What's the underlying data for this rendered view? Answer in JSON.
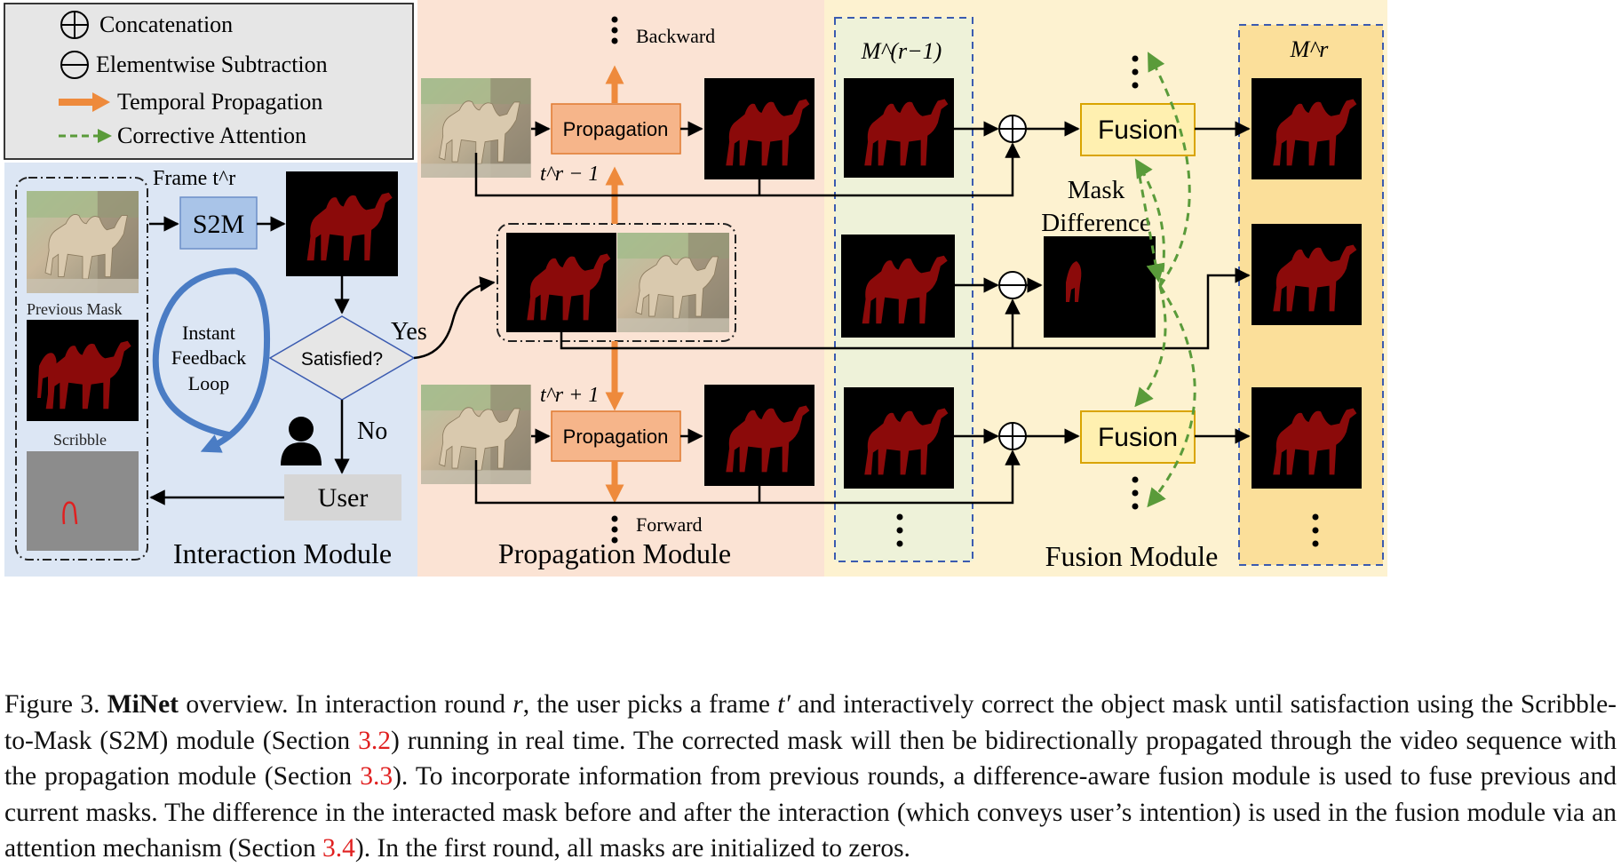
{
  "legend": {
    "concat": "Concatenation",
    "subtract": "Elementwise Subtraction",
    "temporal": "Temporal Propagation",
    "corrective": "Corrective Attention"
  },
  "interaction": {
    "title": "Interaction Module",
    "frame_label": "Frame t^r",
    "s2m": "S2M",
    "prev_mask_label": "Previous Mask",
    "scribble_label": "Scribble",
    "loop_label": [
      "Instant",
      "Feedback",
      "Loop"
    ],
    "satisfied": "Satisfied?",
    "yes": "Yes",
    "no": "No",
    "user": "User"
  },
  "propagation": {
    "title": "Propagation Module",
    "backward": "Backward",
    "forward": "Forward",
    "block_top": "Propagation",
    "block_bottom": "Propagation",
    "t_minus": "t^r − 1",
    "t_plus": "t^r + 1"
  },
  "fusion": {
    "title": "Fusion Module",
    "m_prev": "M^(r−1)",
    "m_cur": "M^r",
    "fusion_top": "Fusion",
    "fusion_bottom": "Fusion",
    "mask_diff": [
      "Mask",
      "Difference"
    ]
  },
  "colors": {
    "interaction_bg": "#dce6f4",
    "propagation_bg": "#fbe3d4",
    "fusion_bg": "#fdf2d0",
    "prev_mask_col_bg": "#eef2d9",
    "cur_mask_col_bg": "#fbdf9a",
    "propagation_box": "#f6b58a",
    "fusion_box": "#fff0b0",
    "s2m_box": "#a9c4e8",
    "mask_red": "#8b0a0a",
    "orange_arrow": "#ee8a3c",
    "green_arrow": "#5a9b3a",
    "loop_blue": "#4a7cc4"
  },
  "caption": {
    "label": "Figure 3.",
    "name": "MiNet",
    "p1": " overview. In interaction round ",
    "var_r": "r",
    "p2": ", the user picks a frame ",
    "var_t": "t′",
    "p3": " and interactively correct the object mask until satisfaction using the Scribble-to-Mask (S2M) module (Section ",
    "ref1": "3.2",
    "p4": ") running in real time. The corrected mask will then be bidirectionally propagated through the video sequence with the propagation module (Section ",
    "ref2": "3.3",
    "p5": "). To incorporate information from previous rounds, a difference-aware fusion module is used to fuse previous and current masks. The difference in the interacted mask before and after the interaction (which conveys user’s intention) is used in the fusion module via an attention mechanism (Section ",
    "ref3": "3.4",
    "p6": "). In the first round, all masks are initialized to zeros."
  }
}
